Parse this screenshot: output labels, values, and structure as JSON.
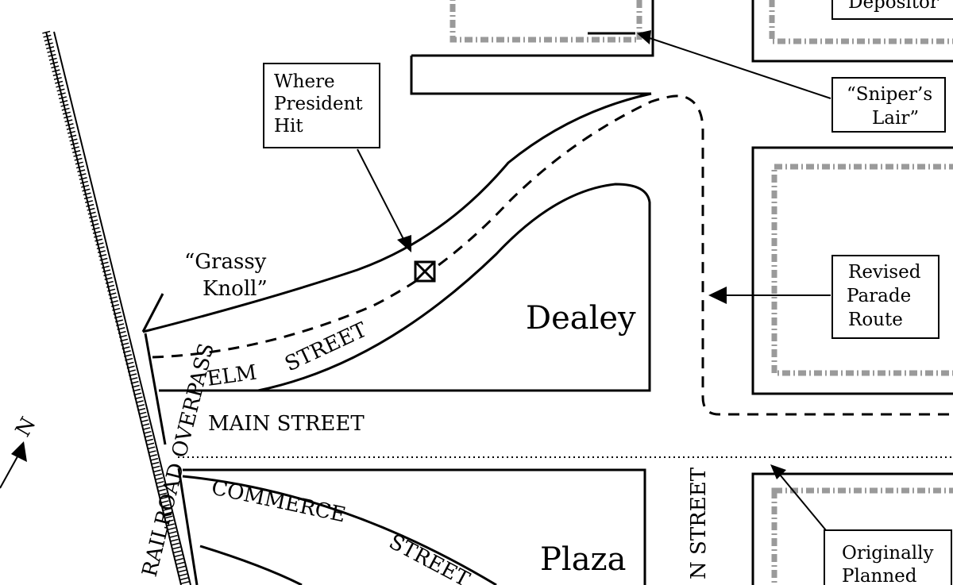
{
  "labels": {
    "where_hit": [
      "Where",
      "President",
      "Hit"
    ],
    "grassy_knoll": [
      "“Grassy",
      "Knoll”"
    ],
    "snipers_lair": [
      "“Sniper’s",
      "Lair”"
    ],
    "revised_route": [
      "Revised",
      "Parade",
      "Route"
    ],
    "originally_planned": [
      "Originally",
      "Planned"
    ],
    "depository_partial": "Depositor",
    "dealey": "Dealey",
    "plaza": "Plaza",
    "elm_street": [
      "ELM",
      "STREET"
    ],
    "main_street": "MAIN STREET",
    "commerce_street": [
      "COMMERCE",
      "STREET"
    ],
    "houston_street_partial": "N STREET",
    "railroad_overpass": "RAILROAD OVERPASS",
    "north": "N"
  },
  "icons": {
    "impact": "x-in-box-icon",
    "north_arrow": "north-arrow-icon",
    "railroad": "railroad-track-icon"
  },
  "colors": {
    "ink": "#000000",
    "building_hatch": "#9a9a9a",
    "background": "#ffffff"
  }
}
